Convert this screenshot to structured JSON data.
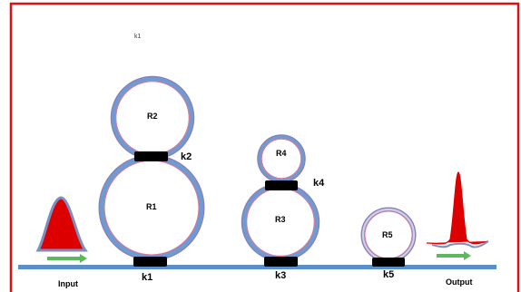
{
  "frame": {
    "border_color": "#e01010"
  },
  "colors": {
    "waveguide": "#5b8fc9",
    "ring_outer": "#8a7fb3",
    "ring_band": "#6f9bd4",
    "ring_inner": "#e07a9a",
    "coupler": "#000000",
    "pulse": "#dd0000",
    "arrow": "#5cb85c"
  },
  "top_mark": "k1",
  "rings": [
    {
      "id": "R1",
      "label": "R1"
    },
    {
      "id": "R2",
      "label": "R2"
    },
    {
      "id": "R3",
      "label": "R3"
    },
    {
      "id": "R4",
      "label": "R4"
    },
    {
      "id": "R5",
      "label": "R5"
    }
  ],
  "couplers": [
    {
      "id": "k1",
      "label": "k1"
    },
    {
      "id": "k2",
      "label": "k2"
    },
    {
      "id": "k3",
      "label": "k3"
    },
    {
      "id": "k4",
      "label": "k4"
    },
    {
      "id": "k5",
      "label": "k5"
    }
  ],
  "io": {
    "input_label": "Input",
    "output_label": "Output"
  }
}
